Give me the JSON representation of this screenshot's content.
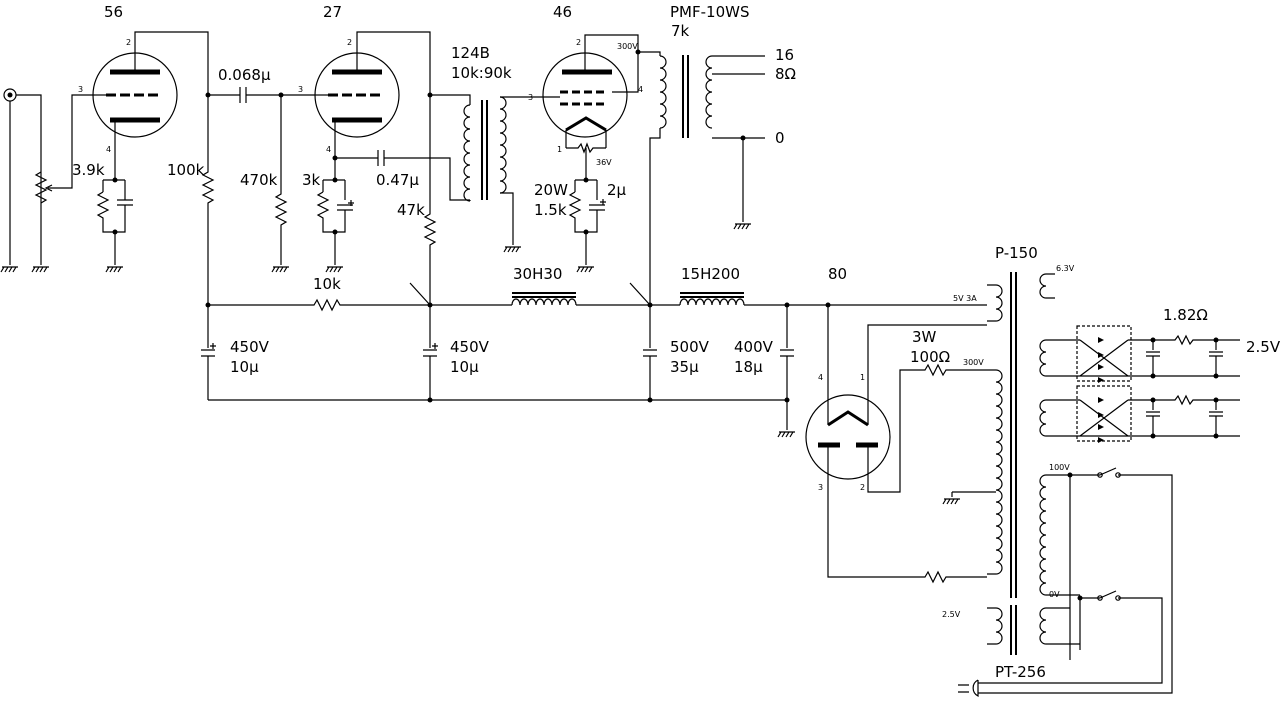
{
  "tubes": {
    "v1": {
      "type": "56",
      "pin_grid": "3",
      "pin_plate": "2",
      "pin_cathode": "4"
    },
    "v2": {
      "type": "27",
      "pin_grid": "3",
      "pin_plate": "2",
      "pin_cathode": "4"
    },
    "v3": {
      "type": "46",
      "pin_grid": "3",
      "pin_plate": "2",
      "pin_g2": "4",
      "pin_fil": "1",
      "fil_voltage": "36V"
    },
    "rect": {
      "type": "80",
      "pin_a": "4",
      "pin_b": "1",
      "pin_c": "3",
      "pin_d": "2"
    }
  },
  "components": {
    "vr_input": "3.9k",
    "r_plate1": "100k",
    "c_coupling": "0.068µ",
    "r_grid2": "470k",
    "r_cathode2": "3k",
    "c_feedback": "0.47µ",
    "r_47k": "47k",
    "r_10k": "10k",
    "r_cathode3_power": "20W",
    "r_cathode3": "1.5k",
    "c_cathode3": "2µ",
    "interstage": "124B",
    "interstage_ratio": "10k:90k",
    "output_tx": "PMF-10WS",
    "output_imp": "7k",
    "out_tap_16": "16",
    "out_tap_8": "8Ω",
    "out_tap_0": "0",
    "v3_plate_voltage": "300V",
    "choke1": "30H30",
    "choke2": "15H200",
    "c1_v": "450V",
    "c1_c": "10µ",
    "c2_v": "450V",
    "c2_c": "10µ",
    "c3_v": "500V",
    "c3_c": "35µ",
    "c4_v": "400V",
    "c4_c": "18µ",
    "r_rect_power": "3W",
    "r_rect": "100Ω",
    "r_182": "1.82Ω",
    "out_25v": "2.5V"
  },
  "power_tx": {
    "name": "P-150",
    "tap_63v": "6.3V",
    "tap_5v": "5V 3A",
    "tap_300v": "300V",
    "tap_100v": "100V",
    "tap_0v": "0V"
  },
  "small_tx": {
    "name": "PT-256",
    "tap_25v": "2.5V"
  }
}
